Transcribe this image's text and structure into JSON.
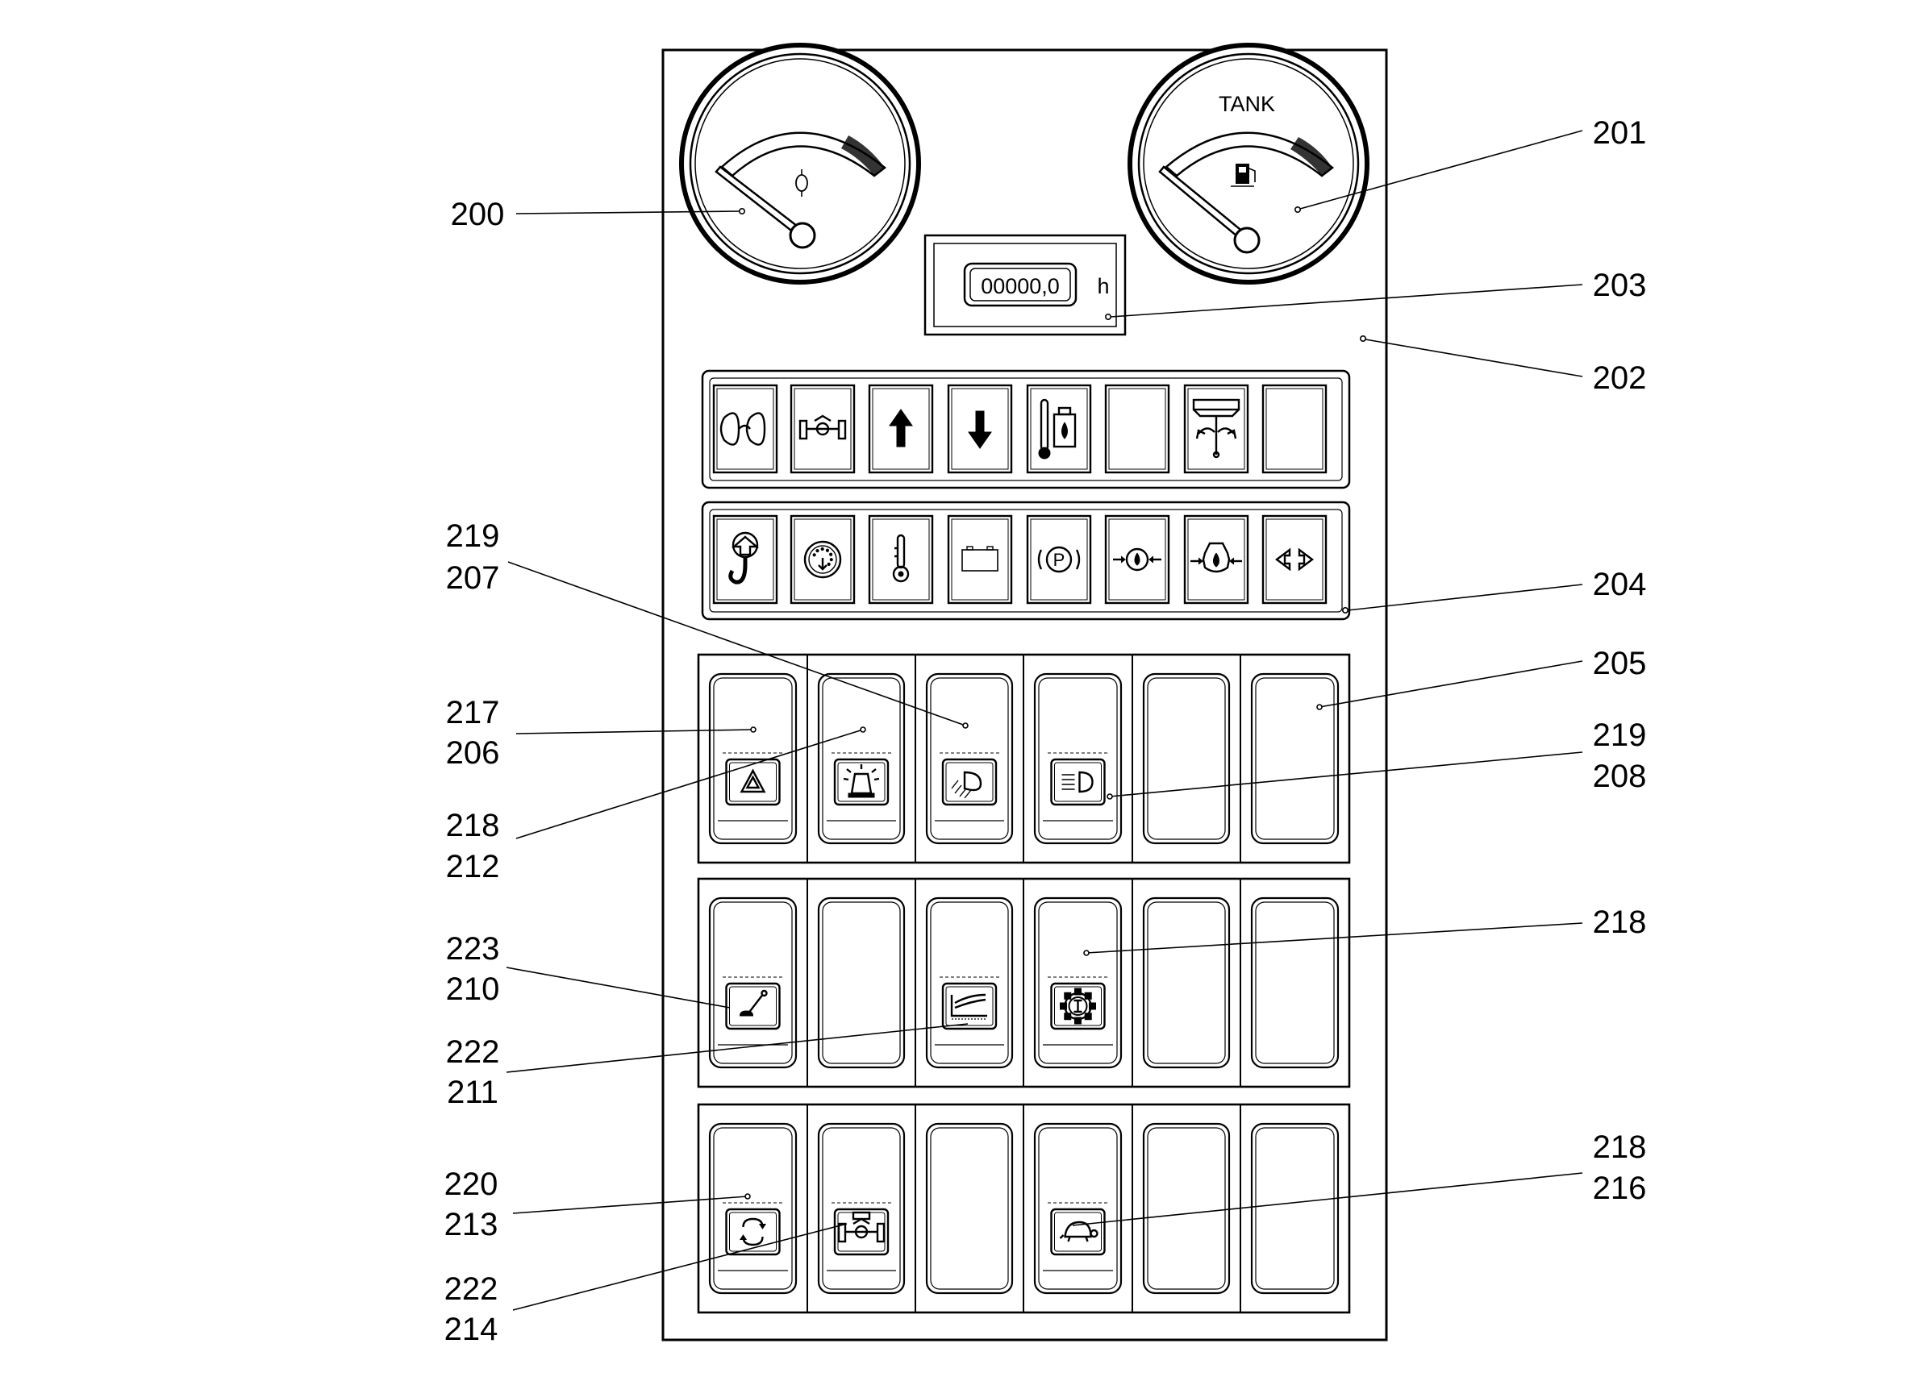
{
  "gauge_left": {
    "ref": "200"
  },
  "gauge_right": {
    "ref": "201",
    "label": "TANK"
  },
  "hour_meter": {
    "ref": "203",
    "value": "00000,0",
    "unit": "h"
  },
  "panel": {
    "ref": "202"
  },
  "indicator_bar": {
    "ref": "204"
  },
  "switch_rows": {
    "ref": "205"
  },
  "callouts": {
    "a": [
      "219",
      "207"
    ],
    "b": [
      "217",
      "206"
    ],
    "c": [
      "218",
      "212"
    ],
    "d": [
      "219",
      "208"
    ],
    "e": [
      "218"
    ],
    "f": [
      "223",
      "210"
    ],
    "g": [
      "222",
      "211"
    ],
    "h": [
      "220",
      "213"
    ],
    "i": [
      "222",
      "214"
    ],
    "j": [
      "218",
      "216"
    ]
  },
  "indicator_rows": [
    [
      "preheat-coil-icon",
      "axle-icon",
      "arrow-up-icon",
      "arrow-down-icon",
      "thermometer-tank-icon",
      "blank",
      "brush-arm-icon",
      "blank"
    ],
    [
      "hook-icon",
      "dial-icon",
      "temperature-bulb-icon",
      "battery-icon",
      "parking-brake-icon",
      "oil-pressure-icon",
      "engine-oil-icon",
      "turn-signal-icon"
    ]
  ],
  "switch_grid": [
    [
      "hazard-warning-icon",
      "beacon-light-icon",
      "work-light-icon",
      "headlight-icon",
      "blank",
      "blank"
    ],
    [
      "lever-icon",
      "blank",
      "water-spray-icon",
      "gearbox-icon",
      "blank",
      "blank"
    ],
    [
      "rotation-icon",
      "axle-lock-icon",
      "blank",
      "slow-speed-turtle-icon",
      "blank",
      "blank"
    ]
  ]
}
